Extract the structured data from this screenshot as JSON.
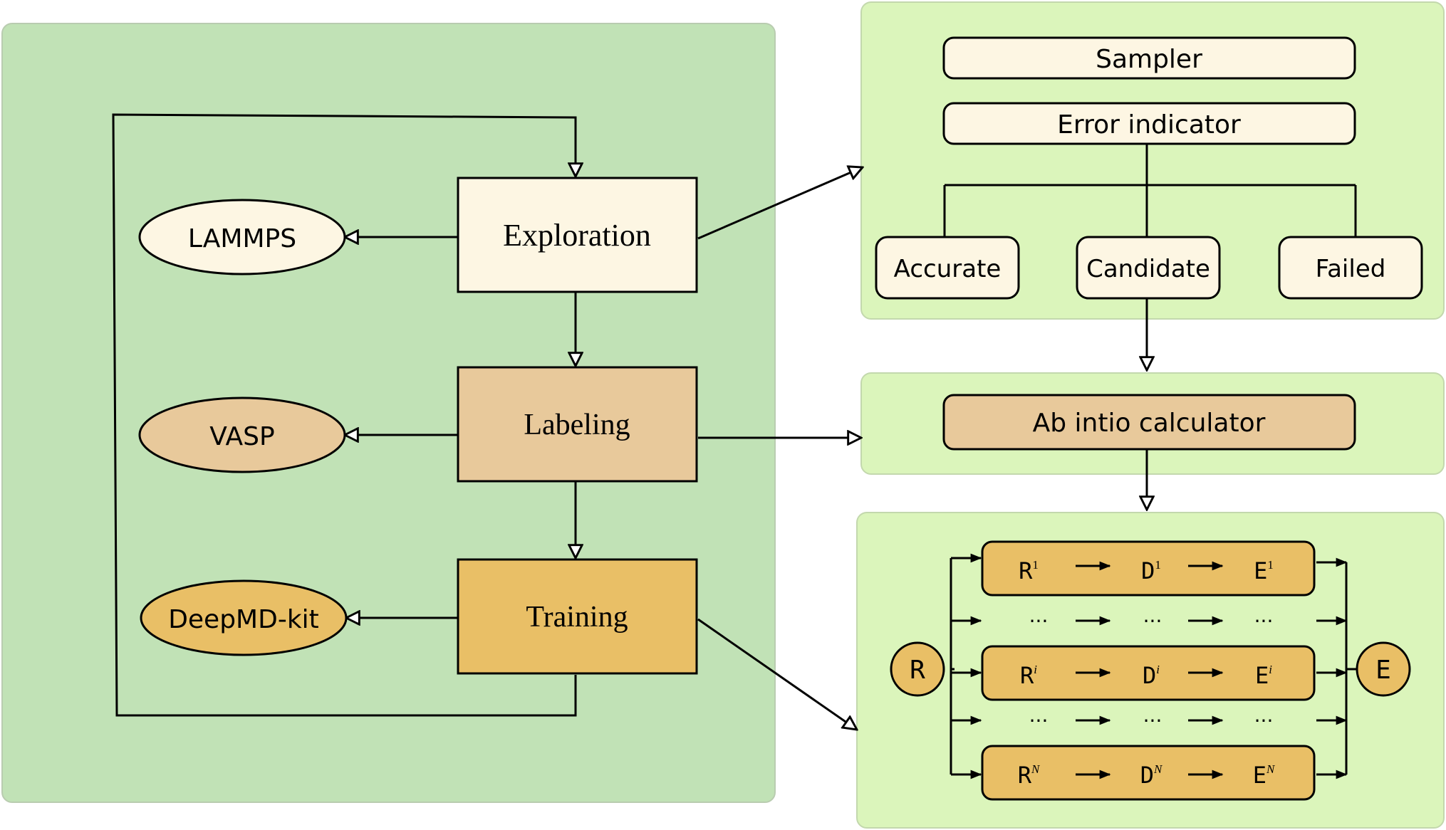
{
  "workflow": {
    "exploration": "Exploration",
    "labeling": "Labeling",
    "training": "Training"
  },
  "tools": {
    "lammps": "LAMMPS",
    "vasp": "VASP",
    "deepmd": "DeepMD-kit"
  },
  "explorer_panel": {
    "sampler": "Sampler",
    "error_indicator": "Error indicator",
    "accurate": "Accurate",
    "candidate": "Candidate",
    "failed": "Failed"
  },
  "labeler_panel": {
    "calculator": "Ab intio calculator"
  },
  "trainer_panel": {
    "input": "R",
    "output": "E",
    "ellipsis": "···",
    "rows": [
      {
        "r": "R",
        "d": "D",
        "e": "E",
        "sup": "1"
      },
      {
        "r": "R",
        "d": "D",
        "e": "E",
        "sup": "i"
      },
      {
        "r": "R",
        "d": "D",
        "e": "E",
        "sup": "N"
      }
    ]
  },
  "colors": {
    "panel_left": "#c1e2b6",
    "panel_right": "#dbf5bb",
    "light_fill": "#fdf6e3",
    "labeling_fill": "#e8c99b",
    "training_fill": "#e9bf66",
    "stroke": "#000000"
  }
}
